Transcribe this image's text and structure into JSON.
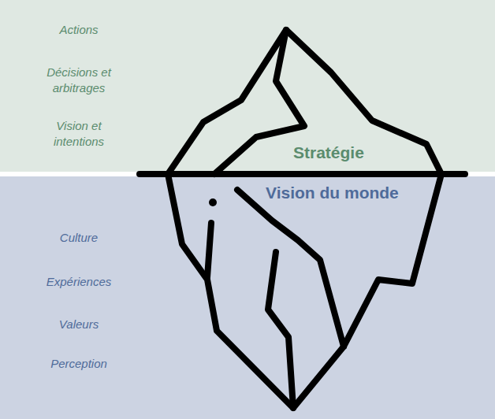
{
  "diagram": {
    "nodes": [
      {
        "text": [
          "Actions",
          "Décisions et arbitrages",
          "Vision et intentions",
          "Stratégie"
        ]
      },
      {
        "text": [
          "Vision du monde",
          "Culture",
          "Expériences",
          "Valeurs",
          "Perception"
        ]
      }
    ]
  }
}
